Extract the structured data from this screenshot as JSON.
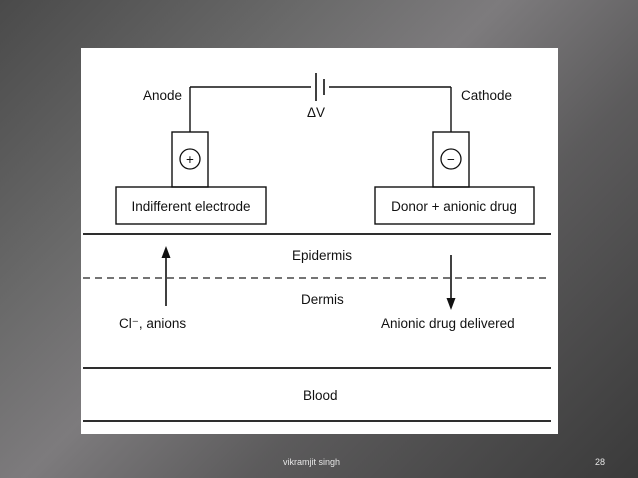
{
  "diagram": {
    "anode_label": "Anode",
    "cathode_label": "Cathode",
    "voltage_label": "ΔV",
    "positive_symbol": "+",
    "negative_symbol": "−",
    "left_electrode_label": "Indifferent electrode",
    "right_electrode_label": "Donor + anionic drug",
    "layer_epidermis": "Epidermis",
    "layer_dermis": "Dermis",
    "layer_blood": "Blood",
    "left_flow_label": "Cl⁻, anions",
    "right_flow_label": "Anionic drug delivered"
  },
  "footer": {
    "author": "vikramjit singh",
    "page_number": "28"
  }
}
